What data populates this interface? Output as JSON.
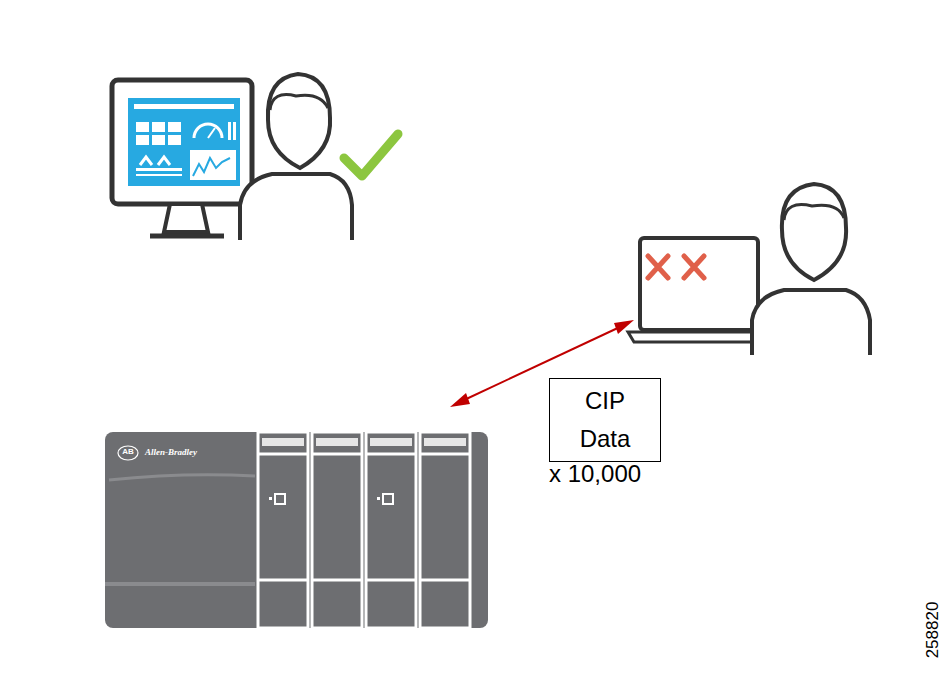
{
  "diagram": {
    "nodes": [
      {
        "text": [
          "AB",
          "Allen-Bradley"
        ]
      },
      {
        "text": [
          "CIP Data"
        ]
      }
    ],
    "labels": [
      "x 10,000",
      "258820"
    ]
  }
}
